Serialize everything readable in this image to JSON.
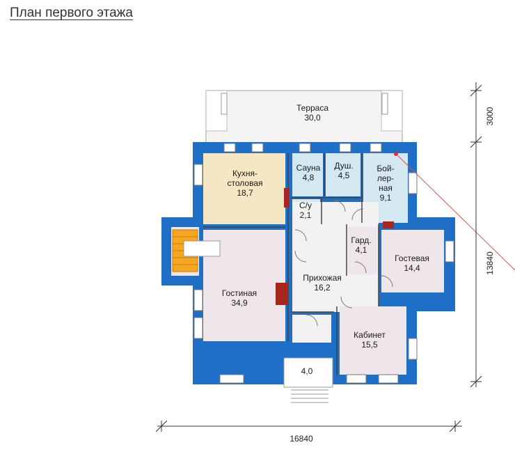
{
  "title": "План первого этажа",
  "rooms": {
    "terrace": {
      "name": "Терраса",
      "area": "30,0"
    },
    "kitchen": {
      "l1": "Кухня-",
      "l2": "столовая",
      "area": "18,7"
    },
    "sauna": {
      "name": "Сауна",
      "area": "4,8"
    },
    "shower": {
      "name": "Душ.",
      "area": "4,5"
    },
    "boiler": {
      "l1": "Бой-",
      "l2": "лер-",
      "l3": "ная",
      "area": "9,1"
    },
    "wc": {
      "name": "С/у",
      "area": "2,1"
    },
    "wardrobe": {
      "name": "Гард.",
      "area": "4,1"
    },
    "guest": {
      "name": "Гостевая",
      "area": "14,4"
    },
    "hall": {
      "name": "Прихожая",
      "area": "16,2"
    },
    "living": {
      "name": "Гостиная",
      "area": "34,9"
    },
    "study": {
      "name": "Кабинет",
      "area": "15,5"
    },
    "porch": {
      "area": "4,0"
    }
  },
  "dimensions": {
    "width": "16840",
    "depth": "13840",
    "terrace_depth": "3000"
  },
  "colors": {
    "wall": "#1f6fc6",
    "kitchen": "#f5e6c4",
    "wet": "#d4e8f2",
    "living": "#efe6ec",
    "corridor": "#f2f2f2",
    "stairs": "#f5a623"
  }
}
